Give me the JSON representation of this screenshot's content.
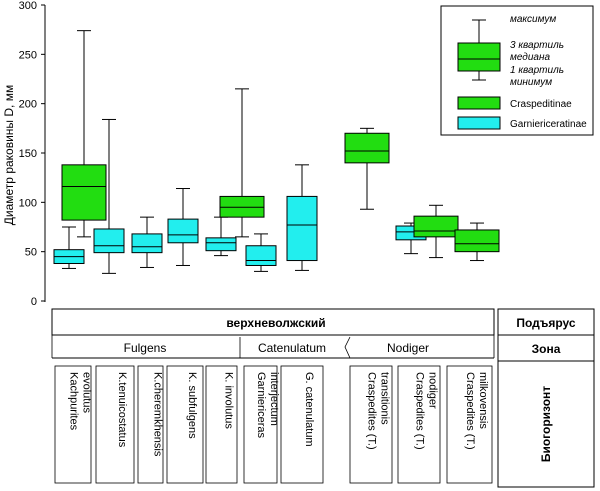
{
  "chart_data": {
    "type": "box",
    "ylabel": "Диаметр раковины D, мм",
    "ylim": [
      0,
      300
    ],
    "yticks": [
      0,
      50,
      100,
      150,
      200,
      250,
      300
    ],
    "series": [
      {
        "name": "Craspeditinae",
        "color": "#22dd11"
      },
      {
        "name": "Garniericeratinae",
        "color": "#22eeee"
      }
    ],
    "legend": {
      "position": "top-right",
      "max_label": "максимум",
      "q3_label": "3 квартиль",
      "median_label": "медиана",
      "q1_label": "1 квартиль",
      "min_label": "минимум"
    },
    "boxes": [
      {
        "series": "Garniericeratinae",
        "min": 33,
        "q1": 38,
        "median": 45,
        "q3": 52,
        "max": 75
      },
      {
        "series": "Craspeditinae",
        "min": 65,
        "q1": 82,
        "median": 116,
        "q3": 138,
        "max": 274
      },
      {
        "series": "Garniericeratinae",
        "min": 28,
        "q1": 49,
        "median": 56,
        "q3": 73,
        "max": 184
      },
      {
        "series": "Garniericeratinae",
        "min": 34,
        "q1": 49,
        "median": 55,
        "q3": 68,
        "max": 85
      },
      {
        "series": "Garniericeratinae",
        "min": 36,
        "q1": 59,
        "median": 67,
        "q3": 83,
        "max": 114
      },
      {
        "series": "Garniericeratinae",
        "min": 46,
        "q1": 51,
        "median": 59,
        "q3": 64,
        "max": 85
      },
      {
        "series": "Craspeditinae",
        "min": 65,
        "q1": 85,
        "median": 95,
        "q3": 106,
        "max": 215
      },
      {
        "series": "Garniericeratinae",
        "min": 30,
        "q1": 36,
        "median": 41,
        "q3": 56,
        "max": 68
      },
      {
        "series": "Garniericeratinae",
        "min": 31,
        "q1": 41,
        "median": 77,
        "q3": 106,
        "max": 138
      },
      {
        "series": "Craspeditinae",
        "min": 93,
        "q1": 140,
        "median": 152,
        "q3": 170,
        "max": 175
      },
      {
        "series": "Garniericeratinae",
        "min": 48,
        "q1": 62,
        "median": 70,
        "q3": 76,
        "max": 79
      },
      {
        "series": "Craspeditinae",
        "min": 44,
        "q1": 65,
        "median": 71,
        "q3": 86,
        "max": 97
      },
      {
        "series": "Craspeditinae",
        "min": 41,
        "q1": 50,
        "median": 58,
        "q3": 72,
        "max": 79
      }
    ]
  },
  "table": {
    "substage_header": "Подъярус",
    "zone_header": "Зона",
    "biohorizon_header": "Биогоризонт",
    "substage": "верхневолжский",
    "zones": [
      "Fulgens",
      "Catenulatum",
      "Nodiger"
    ],
    "biohorizons": [
      [
        "Kachpurites",
        "evolutus"
      ],
      [
        "K.tenuicostatus"
      ],
      [
        "K.cheremkhensis"
      ],
      [
        "K. subfulgens"
      ],
      [
        "K. involutus"
      ],
      [
        "Garniericeras",
        "interjectum"
      ],
      [
        "G. catenulatum"
      ],
      [
        "Craspedites (T.)",
        "transitionis"
      ],
      [
        "Craspedites (T.)",
        "nodiger"
      ],
      [
        "Craspedites (T.)",
        "milkovensis"
      ]
    ]
  }
}
